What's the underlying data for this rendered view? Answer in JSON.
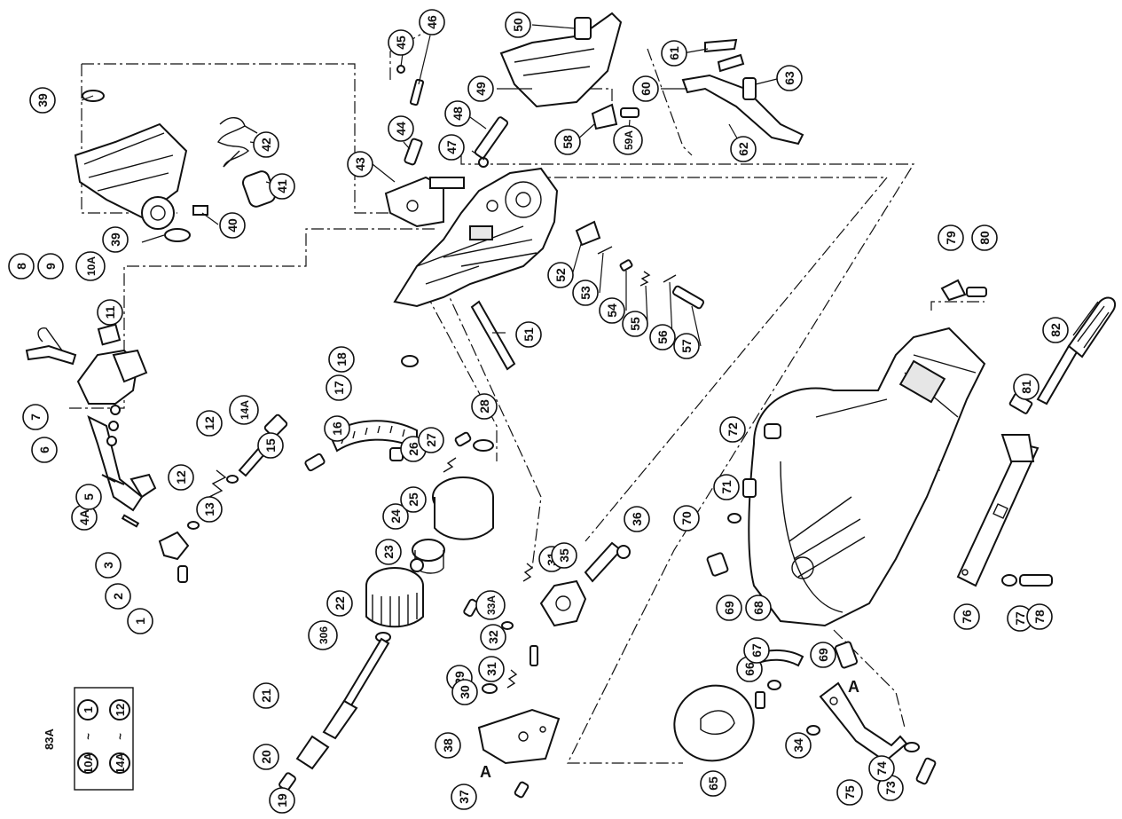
{
  "diagram": {
    "callouts": [
      {
        "label": "1"
      },
      {
        "label": "2"
      },
      {
        "label": "3"
      },
      {
        "label": "4A"
      },
      {
        "label": "5"
      },
      {
        "label": "6"
      },
      {
        "label": "7"
      },
      {
        "label": "8"
      },
      {
        "label": "9"
      },
      {
        "label": "10A"
      },
      {
        "label": "11"
      },
      {
        "label": "12"
      },
      {
        "label": "12"
      },
      {
        "label": "13"
      },
      {
        "label": "14A"
      },
      {
        "label": "15"
      },
      {
        "label": "16"
      },
      {
        "label": "17"
      },
      {
        "label": "18"
      },
      {
        "label": "19"
      },
      {
        "label": "20"
      },
      {
        "label": "21"
      },
      {
        "label": "22"
      },
      {
        "label": "23"
      },
      {
        "label": "24"
      },
      {
        "label": "25"
      },
      {
        "label": "26"
      },
      {
        "label": "27"
      },
      {
        "label": "28"
      },
      {
        "label": "29"
      },
      {
        "label": "30"
      },
      {
        "label": "31"
      },
      {
        "label": "31"
      },
      {
        "label": "32"
      },
      {
        "label": "33A"
      },
      {
        "label": "34"
      },
      {
        "label": "35"
      },
      {
        "label": "36"
      },
      {
        "label": "37"
      },
      {
        "label": "38"
      },
      {
        "label": "39"
      },
      {
        "label": "39"
      },
      {
        "label": "40"
      },
      {
        "label": "41"
      },
      {
        "label": "42"
      },
      {
        "label": "43"
      },
      {
        "label": "44"
      },
      {
        "label": "45"
      },
      {
        "label": "46"
      },
      {
        "label": "47"
      },
      {
        "label": "48"
      },
      {
        "label": "49"
      },
      {
        "label": "50"
      },
      {
        "label": "51"
      },
      {
        "label": "52"
      },
      {
        "label": "53"
      },
      {
        "label": "54"
      },
      {
        "label": "55"
      },
      {
        "label": "56"
      },
      {
        "label": "57"
      },
      {
        "label": "58"
      },
      {
        "label": "59A"
      },
      {
        "label": "60"
      },
      {
        "label": "61"
      },
      {
        "label": "62"
      },
      {
        "label": "63"
      },
      {
        "label": "65"
      },
      {
        "label": "66"
      },
      {
        "label": "67"
      },
      {
        "label": "68"
      },
      {
        "label": "69"
      },
      {
        "label": "69"
      },
      {
        "label": "70"
      },
      {
        "label": "71"
      },
      {
        "label": "72"
      },
      {
        "label": "73"
      },
      {
        "label": "74"
      },
      {
        "label": "75"
      },
      {
        "label": "76"
      },
      {
        "label": "77"
      },
      {
        "label": "78"
      },
      {
        "label": "79"
      },
      {
        "label": "80"
      },
      {
        "label": "81"
      },
      {
        "label": "82"
      },
      {
        "label": "306"
      }
    ],
    "markers": [
      {
        "label": "A"
      },
      {
        "label": "A"
      }
    ],
    "legend": {
      "kit_label": "83A",
      "items": [
        {
          "from": "1",
          "to": "10A",
          "sep": "~"
        },
        {
          "from": "12",
          "to": "14A",
          "sep": "~"
        }
      ]
    }
  }
}
